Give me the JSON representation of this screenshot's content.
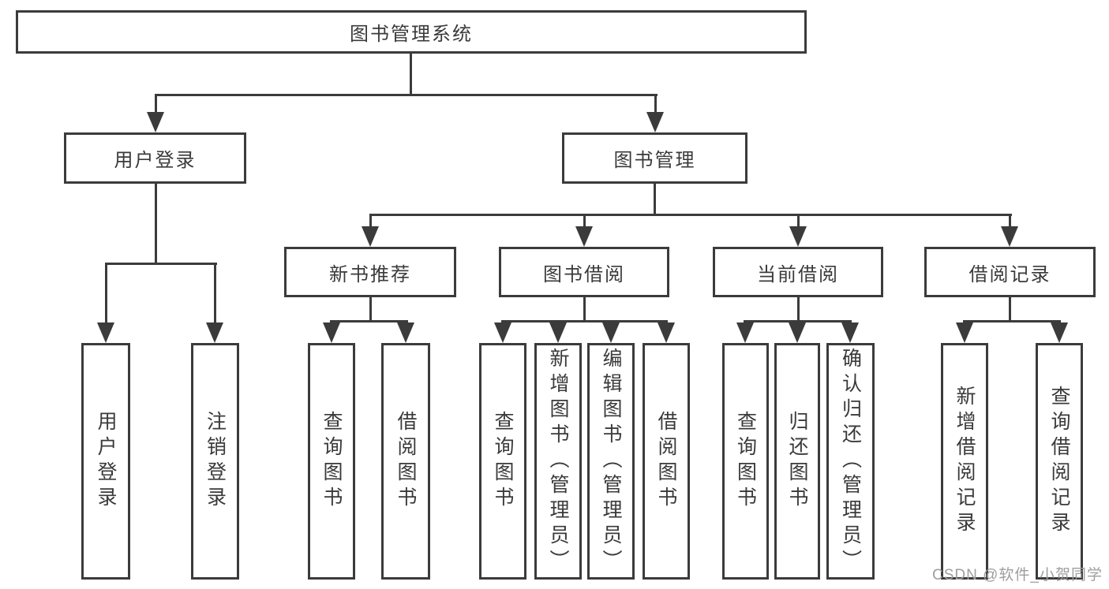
{
  "tree": {
    "label": "图书管理系统",
    "children": [
      {
        "label": "用户登录",
        "children": [
          {
            "label": "用户登录"
          },
          {
            "label": "注销登录"
          }
        ]
      },
      {
        "label": "图书管理",
        "children": [
          {
            "label": "新书推荐",
            "children": [
              {
                "label": "查询图书"
              },
              {
                "label": "借阅图书"
              }
            ]
          },
          {
            "label": "图书借阅",
            "children": [
              {
                "label": "查询图书"
              },
              {
                "label": "新增图书（管理员）"
              },
              {
                "label": "编辑图书（管理员）"
              },
              {
                "label": "借阅图书"
              }
            ]
          },
          {
            "label": "当前借阅",
            "children": [
              {
                "label": "查询图书"
              },
              {
                "label": "归还图书"
              },
              {
                "label": "确认归还（管理员）"
              }
            ]
          },
          {
            "label": "借阅记录",
            "children": [
              {
                "label": "新增借阅记录"
              },
              {
                "label": "查询借阅记录"
              }
            ]
          }
        ]
      }
    ]
  },
  "watermark": {
    "text": "CSDN @软件_小贺同学"
  },
  "colors": {
    "line": "#3b3b3b",
    "text": "#3a3a3a",
    "watermark": "#9e9e9e",
    "bg": "#ffffff"
  }
}
